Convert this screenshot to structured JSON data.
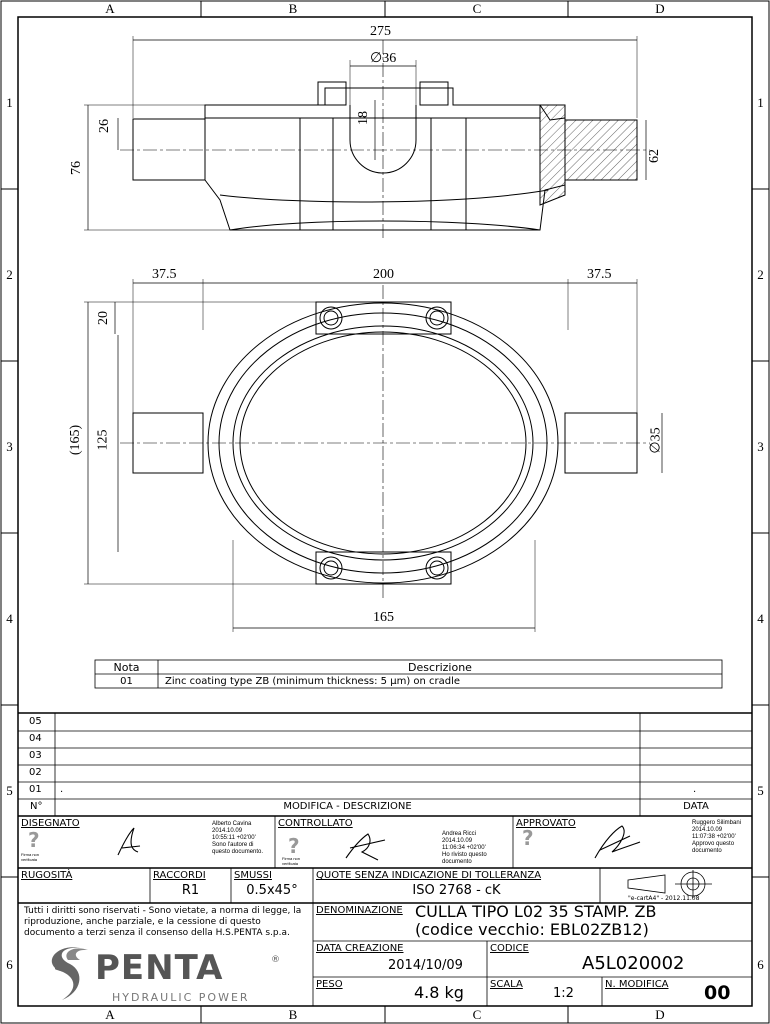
{
  "zones": {
    "cols": [
      "A",
      "B",
      "C",
      "D"
    ],
    "rows": [
      "1",
      "2",
      "3",
      "4",
      "5",
      "6"
    ]
  },
  "drawing": {
    "dimensions": {
      "top_width": "275",
      "bore": "∅36",
      "slot_depth": "18",
      "pin_offset": "26",
      "height": "76",
      "pin_dia_section": "62",
      "left_ext": "37.5",
      "span": "200",
      "right_ext": "37.5",
      "bar_offset": "20",
      "inner_height": "125",
      "outer_height": "(165)",
      "pin_dia": "∅35",
      "inner_width": "165"
    }
  },
  "notes": {
    "headers": [
      "Nota",
      "Descrizione"
    ],
    "rows": [
      [
        "01",
        "Zinc coating type ZB (minimum thickness: 5 μm) on cradle"
      ]
    ]
  },
  "revisions": {
    "rows": [
      {
        "num": "05",
        "desc": "",
        "date": ""
      },
      {
        "num": "04",
        "desc": "",
        "date": ""
      },
      {
        "num": "03",
        "desc": "",
        "date": ""
      },
      {
        "num": "02",
        "desc": "",
        "date": ""
      },
      {
        "num": "01",
        "desc": ".",
        "date": "."
      }
    ],
    "header_num": "N°",
    "header_desc": "MODIFICA - DESCRIZIONE",
    "header_date": "DATA"
  },
  "title_block": {
    "disegnato_label": "DISEGNATO",
    "disegnato_sig": "Alberto Cavina\n2014.10.09\n10:55:11 +02'00'\nSono l'autore di\nquesto documento.",
    "firma_note_1": "Firma non\nverificata",
    "controllato_label": "CONTROLLATO",
    "controllato_sig": "Andrea Ricci\n2014.10.09\n11:06:34 +02'00'\nHo rivisto questo\ndocumento",
    "firma_note_2": "Firma non\nverificata",
    "approvato_label": "APPROVATO",
    "approvato_sig": "Ruggero Silimbani\n2014.10.09\n11:07:38 +02'00'\nApprovo questo\ndocumento",
    "rugosita_label": "RUGOSITÀ",
    "raccordi_label": "RACCORDI",
    "raccordi_value": "R1",
    "smussi_label": "SMUSSI",
    "smussi_value": "0.5x45°",
    "tolleranze_label": "QUOTE SENZA INDICAZIONE DI TOLLERANZA",
    "tolleranze_value": "ISO 2768 - cK",
    "ecart": "\"e-cartA4\" - 2012.11.08",
    "rights": "Tutti i diritti sono riservati - Sono vietate, a norma di legge, la riproduzione, anche parziale, e la cessione di questo documento a terzi senza il consenso della H.S.PENTA s.p.a.",
    "denominazione_label": "DENOMINAZIONE",
    "denominazione_value": "CULLA TIPO L02 35 STAMP. ZB\n(codice vecchio: EBL02ZB12)",
    "data_label": "DATA CREAZIONE",
    "data_value": "2014/10/09",
    "codice_label": "CODICE",
    "codice_value": "A5L020002",
    "peso_label": "PESO",
    "peso_value": "4.8 kg",
    "scala_label": "SCALA",
    "scala_value": "1:2",
    "modifica_label": "N. MODIFICA",
    "modifica_value": "00",
    "logo_text": "PENTA",
    "logo_reg": "®",
    "logo_sub": "HYDRAULIC POWER"
  }
}
